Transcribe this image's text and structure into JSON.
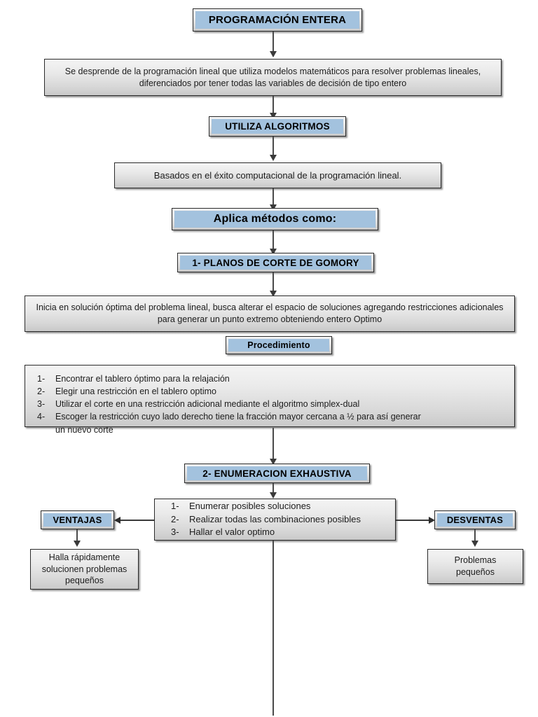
{
  "diagram": {
    "title": "PROGRAMACIÓN ENTERA",
    "nodes": {
      "root": {
        "label": "PROGRAMACIÓN ENTERA"
      },
      "definition": {
        "label": "Se desprende de la programación lineal que utiliza modelos matemáticos para resolver problemas lineales, diferenciados por tener todas las variables de decisión de tipo entero"
      },
      "algorithms": {
        "label": "UTILIZA ALGORITMOS"
      },
      "algorithms_detail": {
        "label": "Basados en el éxito computacional de la programación lineal."
      },
      "methods": {
        "label": "Aplica métodos como:"
      },
      "method1": {
        "label": "1- PLANOS DE CORTE DE GOMORY"
      },
      "method1_detail": {
        "label": "Inicia en solución óptima del problema lineal, busca alterar el espacio de soluciones agregando restricciones adicionales para generar un punto extremo obteniendo entero Optimo"
      },
      "procedure_title": {
        "label": "Procedimiento"
      },
      "procedure_steps": [
        {
          "num": "1-",
          "text": "Encontrar el tablero óptimo para la relajación"
        },
        {
          "num": "2-",
          "text": "Elegir una restricción en el tablero optimo"
        },
        {
          "num": "3-",
          "text": "Utilizar el corte en una restricción adicional mediante el algoritmo simplex-dual"
        },
        {
          "num": "4-",
          "text": "Escoger la restricción cuyo lado derecho tiene la fracción mayor cercana a ½ para así generar"
        }
      ],
      "procedure_step4_cont": {
        "label": "un nuevo corte"
      },
      "method2": {
        "label": "2- ENUMERACION EXHAUSTIVA"
      },
      "method2_steps": [
        {
          "num": "1-",
          "text": "Enumerar posibles soluciones"
        },
        {
          "num": "2-",
          "text": "Realizar todas las combinaciones posibles"
        },
        {
          "num": "3-",
          "text": "Hallar el valor optimo"
        }
      ],
      "advantages": {
        "label": "VENTAJAS"
      },
      "advantages_detail": {
        "label": "Halla rápidamente solucionen problemas pequeños"
      },
      "disadvantages": {
        "label": "DESVENTAS"
      },
      "disadvantages_detail": {
        "label": "Problemas pequeños"
      }
    },
    "colors": {
      "title_fill": "#a3c2de",
      "box_fill_top": "#f4f4f4",
      "box_fill_bottom": "#c9c9c9",
      "border": "#2b2b2b",
      "connector": "#3a3a3a",
      "text": "#1c1c1c"
    }
  }
}
